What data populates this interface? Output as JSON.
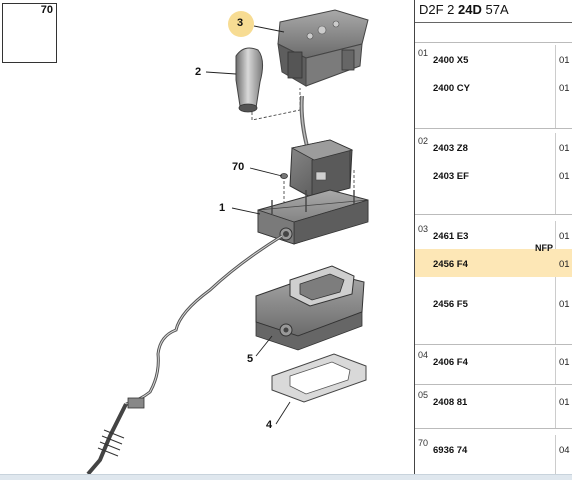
{
  "diagram": {
    "inset_label": "70",
    "callouts": {
      "c3": "3",
      "c2": "2",
      "c70": "70",
      "c1": "1",
      "c5": "5",
      "c4": "4"
    }
  },
  "header": {
    "prefix": "D2F 2",
    "model": "24D",
    "suffix": "57A"
  },
  "groups": [
    {
      "code": "01",
      "rows": [
        {
          "ref": "2400 X5",
          "qty": "01"
        },
        {
          "ref": "2400 CY",
          "qty": "01"
        }
      ]
    },
    {
      "code": "02",
      "rows": [
        {
          "ref": "2403 Z8",
          "qty": "01"
        },
        {
          "ref": "2403 EF",
          "qty": "01"
        }
      ]
    },
    {
      "code": "03",
      "rows": [
        {
          "ref": "2461 E3",
          "qty": "01",
          "note": ""
        },
        {
          "ref": "2456 F4",
          "qty": "01",
          "note": "NFP"
        },
        {
          "ref": "2456 F5",
          "qty": "01"
        }
      ]
    },
    {
      "code": "04",
      "rows": [
        {
          "ref": "2406 F4",
          "qty": "01"
        }
      ]
    },
    {
      "code": "05",
      "rows": [
        {
          "ref": "2408 81",
          "qty": "01"
        }
      ]
    },
    {
      "code": "70",
      "rows": [
        {
          "ref": "6936 74",
          "qty": "04"
        }
      ]
    }
  ],
  "colors": {
    "highlight_row": "#fde7b6",
    "highlight_callout": "#f7dc93"
  }
}
